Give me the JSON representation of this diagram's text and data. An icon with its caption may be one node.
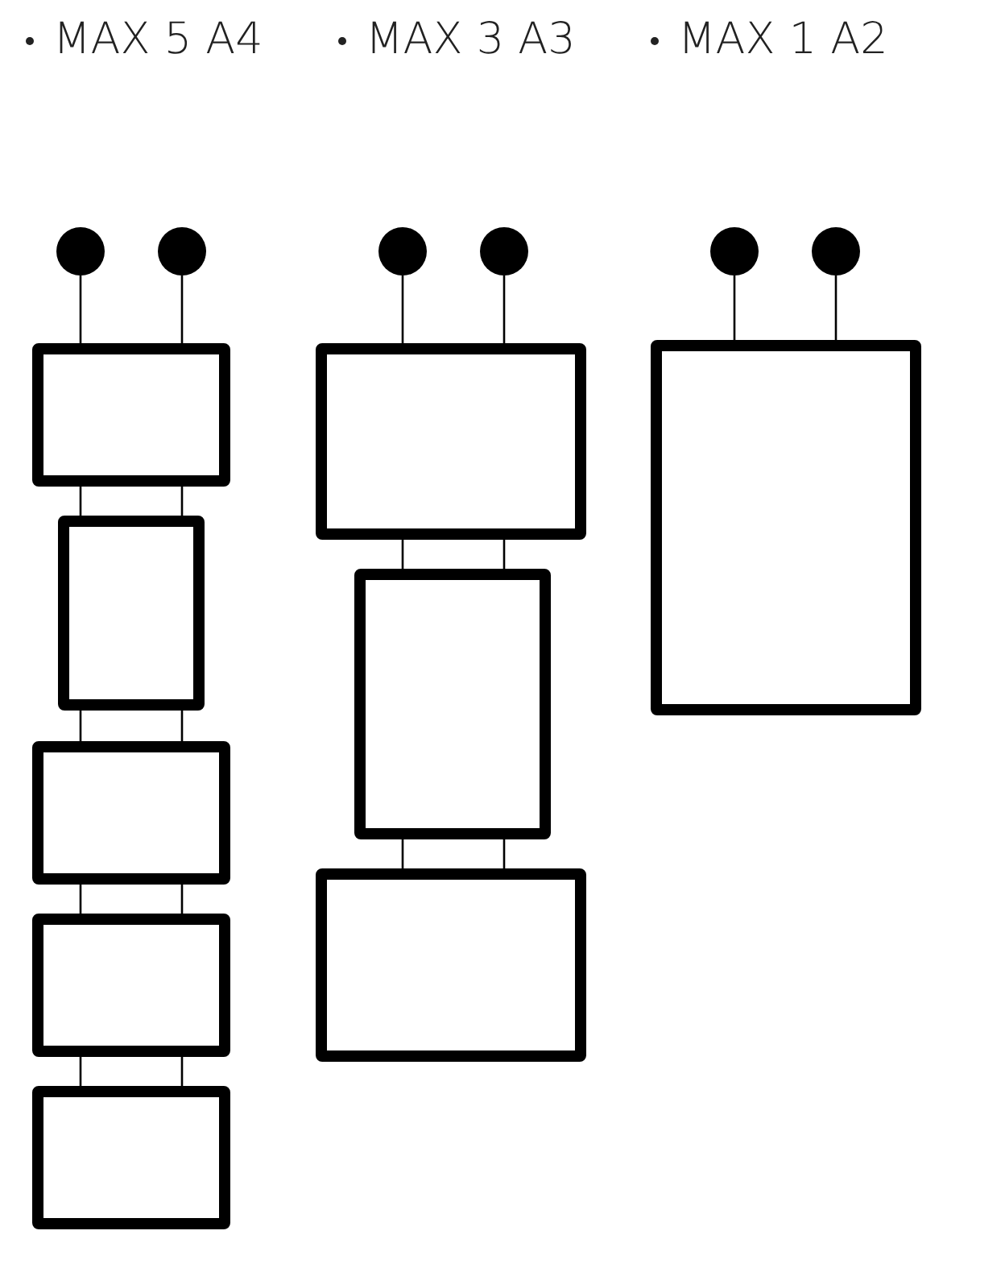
{
  "diagram": {
    "nodes": [
      {
        "text": [],
        "shape": "circle"
      },
      {
        "text": [],
        "shape": "circle"
      },
      {
        "text": [],
        "shape": "box"
      },
      {
        "text": [],
        "shape": "box"
      },
      {
        "text": [],
        "shape": "box"
      },
      {
        "text": [],
        "shape": "box"
      },
      {
        "text": [],
        "shape": "box"
      },
      {
        "text": [],
        "shape": "circle"
      },
      {
        "text": [],
        "shape": "circle"
      },
      {
        "text": [],
        "shape": "box"
      },
      {
        "text": [],
        "shape": "box"
      },
      {
        "text": [],
        "shape": "box"
      },
      {
        "text": [],
        "shape": "circle"
      },
      {
        "text": [],
        "shape": "circle"
      },
      {
        "text": [],
        "shape": "box"
      }
    ],
    "edges": [
      {
        "from": 0,
        "to": 2,
        "arrow": "none"
      },
      {
        "from": 1,
        "to": 2,
        "arrow": "none"
      },
      {
        "from": 2,
        "to": 3,
        "arrow": "none"
      },
      {
        "from": 2,
        "to": 3,
        "arrow": "none"
      },
      {
        "from": 3,
        "to": 4,
        "arrow": "none"
      },
      {
        "from": 3,
        "to": 4,
        "arrow": "none"
      },
      {
        "from": 4,
        "to": 5,
        "arrow": "none"
      },
      {
        "from": 4,
        "to": 5,
        "arrow": "none"
      },
      {
        "from": 5,
        "to": 6,
        "arrow": "none"
      },
      {
        "from": 5,
        "to": 6,
        "arrow": "none"
      },
      {
        "from": 7,
        "to": 9,
        "arrow": "none"
      },
      {
        "from": 8,
        "to": 9,
        "arrow": "none"
      },
      {
        "from": 9,
        "to": 10,
        "arrow": "none"
      },
      {
        "from": 9,
        "to": 10,
        "arrow": "none"
      },
      {
        "from": 10,
        "to": 11,
        "arrow": "none"
      },
      {
        "from": 10,
        "to": 11,
        "arrow": "none"
      },
      {
        "from": 12,
        "to": 14,
        "arrow": "none"
      },
      {
        "from": 13,
        "to": 14,
        "arrow": "none"
      }
    ],
    "labels": [
      "MAX 5 A4",
      "MAX 3 A3",
      "MAX 1 A2"
    ]
  }
}
